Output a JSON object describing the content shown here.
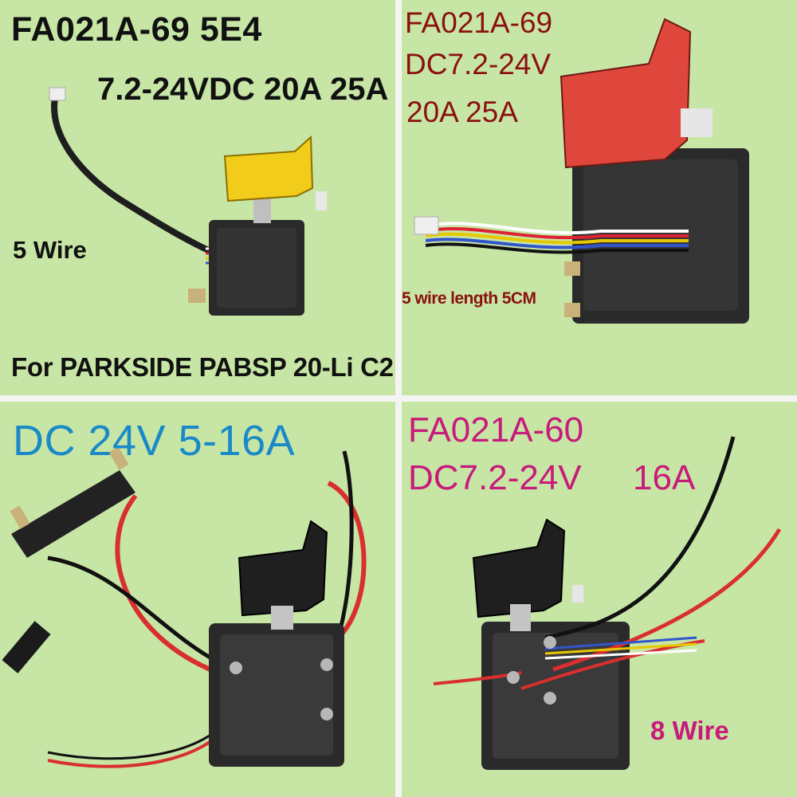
{
  "panels": {
    "top_left": {
      "model_line": "FA021A-69 5E4",
      "rating_line": "7.2-24VDC 20A 25A",
      "wire_label": "5 Wire",
      "compat_label": "For PARKSIDE PABSP 20-Li C2"
    },
    "top_right": {
      "model_line": "FA021A-69",
      "voltage_line": "DC7.2-24V",
      "current_line": "20A 25A",
      "wire_label": "5 wire length 5CM"
    },
    "bottom_left": {
      "rating_line": "DC 24V 5-16A"
    },
    "bottom_right": {
      "model_line": "FA021A-60",
      "voltage_line": "DC7.2-24V",
      "current_line": "16A",
      "wire_label": "8 Wire"
    }
  },
  "colors": {
    "background": "#c7e6a6",
    "divider": "#f4f4f4",
    "black_text": "#111111",
    "dark_red_text": "#8b1010",
    "blue_text": "#1a8ac7",
    "magenta_text": "#c81a7b",
    "yellow_trigger": "#f2cc1a",
    "red_trigger": "#e0473c",
    "switch_body": "#2a2a2a"
  }
}
